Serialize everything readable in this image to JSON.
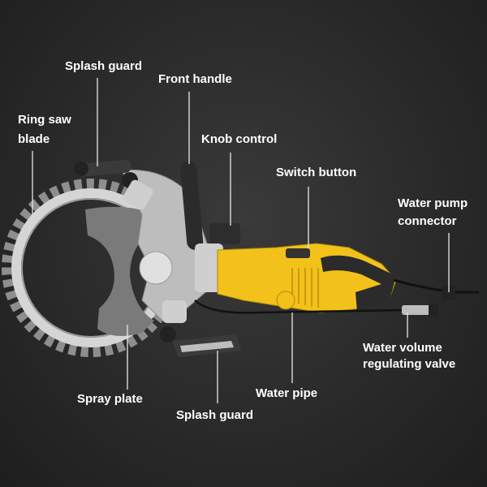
{
  "labels": {
    "splash_guard_top": "Splash guard",
    "front_handle": "Front handle",
    "ring_saw_blade_1": "Ring saw",
    "ring_saw_blade_2": "blade",
    "knob_control": "Knob control",
    "switch_button": "Switch button",
    "water_pump_connector_1": "Water pump",
    "water_pump_connector_2": "connector",
    "water_volume_valve_1": "Water volume",
    "water_volume_valve_2": "regulating valve",
    "water_pipe": "Water pipe",
    "spray_plate": "Spray plate",
    "splash_guard_bottom": "Splash guard"
  },
  "colors": {
    "body": "#f2c21b",
    "handle": "#2b2b2b",
    "metal": "#c9c9c9",
    "line": "#e8e8e8"
  }
}
